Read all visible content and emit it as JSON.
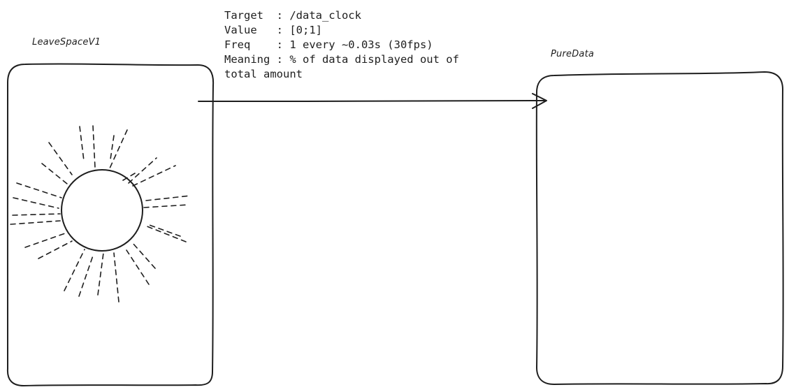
{
  "nodes": {
    "left": {
      "title": "LeaveSpaceV1",
      "icon": "sun-icon"
    },
    "right": {
      "title": "PureData"
    }
  },
  "message": {
    "lines": [
      "Target  : /data_clock",
      "Value   : [0;1]",
      "Freq    : 1 every ~0.03s (30fps)",
      "Meaning : % of data displayed out of",
      "total amount"
    ]
  },
  "colors": {
    "stroke": "#1e1e1e",
    "background": "#ffffff"
  }
}
